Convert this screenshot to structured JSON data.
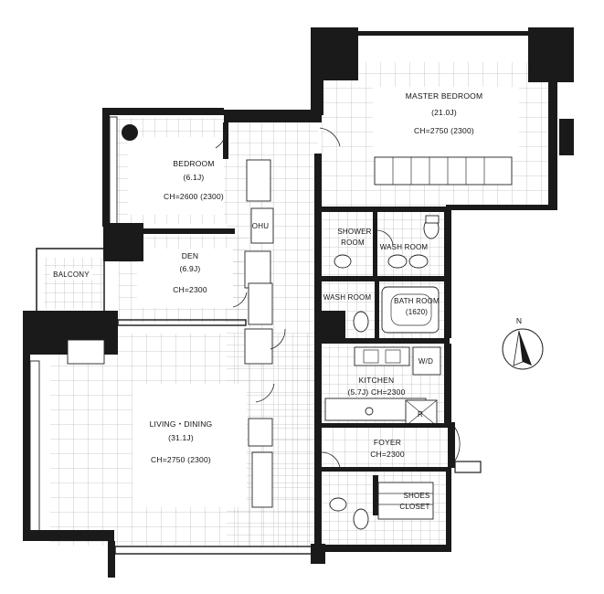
{
  "floor_plan": {
    "rooms": {
      "master_bedroom": {
        "name": "MASTER BEDROOM",
        "area": "(21.0J)",
        "ceiling": "CH=2750 (2300)"
      },
      "bedroom": {
        "name": "BEDROOM",
        "area": "(6.1J)",
        "ceiling": "CH=2600 (2300)"
      },
      "den": {
        "name": "DEN",
        "area": "(6.9J)",
        "ceiling": "CH=2300"
      },
      "living_dining": {
        "name": "LIVING・DINING",
        "area": "(31.1J)",
        "ceiling": "CH=2750 (2300)"
      },
      "kitchen": {
        "name": "KITCHEN",
        "area_ceiling": "(5.7J) CH=2300"
      },
      "foyer": {
        "name": "FOYER",
        "ceiling": "CH=2300"
      },
      "shower_room": {
        "line1": "SHOWER",
        "line2": "ROOM"
      },
      "wash_room_upper": {
        "name": "WASH ROOM"
      },
      "wash_room_lower": {
        "name": "WASH ROOM"
      },
      "bath_room": {
        "name": "BATH ROOM",
        "size": "(1620)"
      },
      "shoes_closet": {
        "line1": "SHOES",
        "line2": "CLOSET"
      },
      "balcony": {
        "name": "BALCONY"
      }
    },
    "fixtures": {
      "ohu": "OHU",
      "wd": "W/D",
      "refrigerator": "R"
    },
    "north_indicator": "N"
  }
}
